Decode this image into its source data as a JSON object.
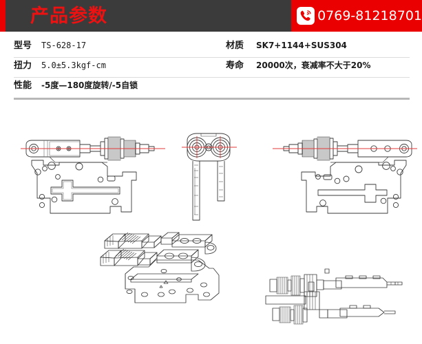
{
  "header": {
    "title": "产品参数",
    "phone": "0769-81218701",
    "phone_icon": "phone-call-icon",
    "accent_color": "#ea0000",
    "bar_color": "#3b3b3b"
  },
  "spec_table": {
    "rows_left": [
      {
        "label": "型号",
        "value": "TS-628-17"
      },
      {
        "label": "扭力",
        "value": "5.0±5.3kgf-cm"
      },
      {
        "label": "性能",
        "value": "-5度—180度旋转/-5自锁"
      }
    ],
    "rows_right": [
      {
        "label": "材质",
        "value": "SK7+1144+SUS304"
      },
      {
        "label": "寿命",
        "value": "20000次，衰减率不大于20%"
      },
      {
        "label": "",
        "value": ""
      }
    ]
  },
  "drawings": {
    "left_hinge": "left-hinge-side-view",
    "end_view": "hinge-end-view",
    "right_hinge": "right-hinge-side-view",
    "isometric": "hinge-pair-isometric-view",
    "plan": "hinge-pair-plan-view",
    "line_color": "#3a3a3a",
    "centerline_color": "#e23a3a"
  }
}
